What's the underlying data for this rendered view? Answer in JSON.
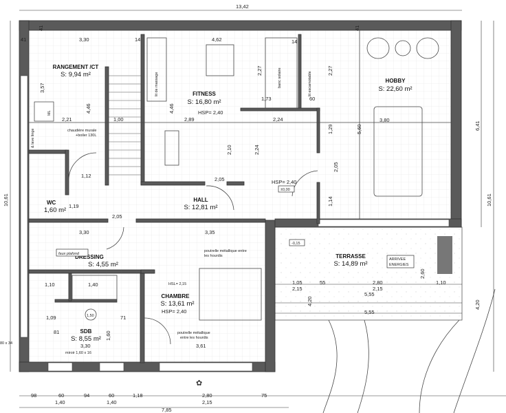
{
  "rooms": {
    "rangement": {
      "name": "RANGEMENT /CT",
      "area": "S: 9,94 m²"
    },
    "fitness": {
      "name": "FITNESS",
      "area": "S: 16,80 m²",
      "hsp": "HSP= 2,40"
    },
    "hobby": {
      "name": "HOBBY",
      "area": "S: 22,60 m²"
    },
    "hall": {
      "name": "HALL",
      "area": "S: 12,81 m²",
      "hsp": "HSP= 2,40",
      "level": "±0,00"
    },
    "wc": {
      "name": "WC",
      "area": "1,60 m²"
    },
    "dressing": {
      "name": "DRESSING",
      "area": "S: 4,55 m²"
    },
    "chambre": {
      "name": "CHAMBRE",
      "area": "S: 13,61 m²",
      "hsp": "HSP= 2,40",
      "hsl": "HSL= 2,15"
    },
    "sdb": {
      "name": "SDB",
      "area": "S: 8,55 m²"
    },
    "terrasse": {
      "name": "TERRASSE",
      "area": "S: 14,89 m²",
      "level": "-0,15"
    }
  },
  "annotations": {
    "lit_massage": "lit de massage",
    "banc_solaire": "banc solaire",
    "lit_escamotable": "lit escamotable",
    "chaudiere": "chaudière murale",
    "boiler": "+boiler 130L",
    "lave_linge": "& lave linge",
    "ml": "ML",
    "faux_plafond": "faux plafond",
    "poutrelle1": "poutrelle métallique entre",
    "poutrelle1b": "les hourdis",
    "poutrelle2": "poutrelle métallique",
    "poutrelle2b": "entre les hourdis",
    "miroir": "miroir 1,60 x 16",
    "arrivee1": "ARRIVEE",
    "arrivee2": "ENERGIES",
    "douche": "1,50",
    "side_left": "80 x 34"
  },
  "dimensions": {
    "total_width": "13,42",
    "total_height_left": "10,61",
    "total_height_right": "10,61",
    "right_641": "6,41",
    "right_420": "4,20",
    "top": [
      "41",
      "3,30",
      "14",
      "4,62",
      "14",
      "2,27",
      "41",
      "41"
    ],
    "d_357": "3,57",
    "d_446a": "4,46",
    "d_446b": "4,46",
    "d_221": "2,21",
    "d_100": "1,00",
    "d_289": "2,89",
    "d_173": "1,73",
    "d_60": "60",
    "d_224a": "2,24",
    "d_224b": "2,24",
    "d_380": "3,80",
    "d_560": "5,60",
    "d_129": "1,29",
    "d_205a": "2,05",
    "d_114": "1,14",
    "d_112": "1,12",
    "d_119": "1,19",
    "d_205b": "2,05",
    "d_210": "2,10",
    "d_205c": "2,05",
    "d_330a": "3,30",
    "d_335": "3,35",
    "d_140": "1,40",
    "d_110": "1,10",
    "d_109": "1,09",
    "d_71": "71",
    "d_330b": "3,30",
    "d_361": "3,61",
    "d_160": "1,60",
    "d_81": "81",
    "t_105": "1,05",
    "t_55": "55",
    "t_280": "2,80",
    "t_215a": "2,15",
    "t_215b": "2,15",
    "t_555a": "5,55",
    "t_555b": "5,55",
    "t_110": "1,10",
    "t_260": "2,60",
    "t_420": "4,20",
    "bottom1": [
      "98",
      "60",
      "94",
      "60",
      "1,18",
      "2,80",
      "75"
    ],
    "bottom2": [
      "1,40",
      "1,40",
      "2,15"
    ],
    "bottom_total": "7,85"
  }
}
